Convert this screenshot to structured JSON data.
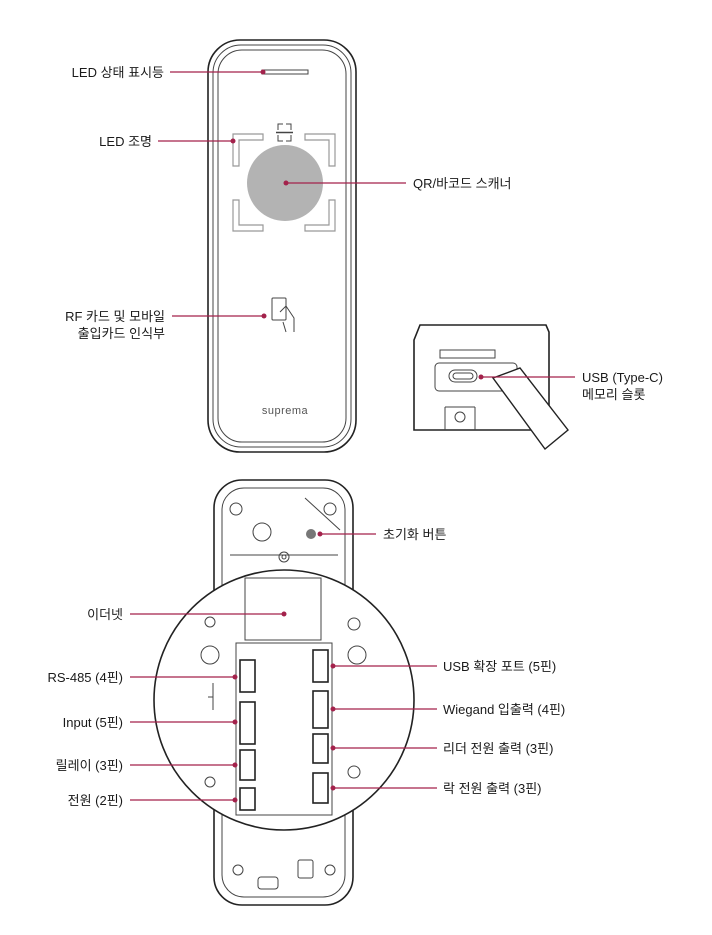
{
  "front": {
    "brand": "suprema",
    "labels": {
      "led_status": "LED 상태 표시등",
      "led_light": "LED 조명",
      "qr_scanner": "QR/바코드 스캐너",
      "rf_line1": "RF 카드 및 모바일",
      "rf_line2": "출입카드 인식부"
    }
  },
  "side": {
    "labels": {
      "usb_line1": "USB (Type-C)",
      "usb_line2": "메모리 슬롯"
    }
  },
  "back": {
    "labels": {
      "reset": "초기화 버튼",
      "ethernet": "이더넷",
      "rs485": "RS-485 (4핀)",
      "input": "Input (5핀)",
      "relay": "릴레이 (3핀)",
      "power": "전원 (2핀)",
      "usb_ext": "USB 확장 포트 (5핀)",
      "wiegand": "Wiegand 입출력 (4핀)",
      "reader_power": "리더 전원 출력 (3핀)",
      "lock_power": "락 전원 출력 (3핀)"
    }
  },
  "colors": {
    "leader": "#a3224b",
    "scanner": "#b3b3b3"
  }
}
